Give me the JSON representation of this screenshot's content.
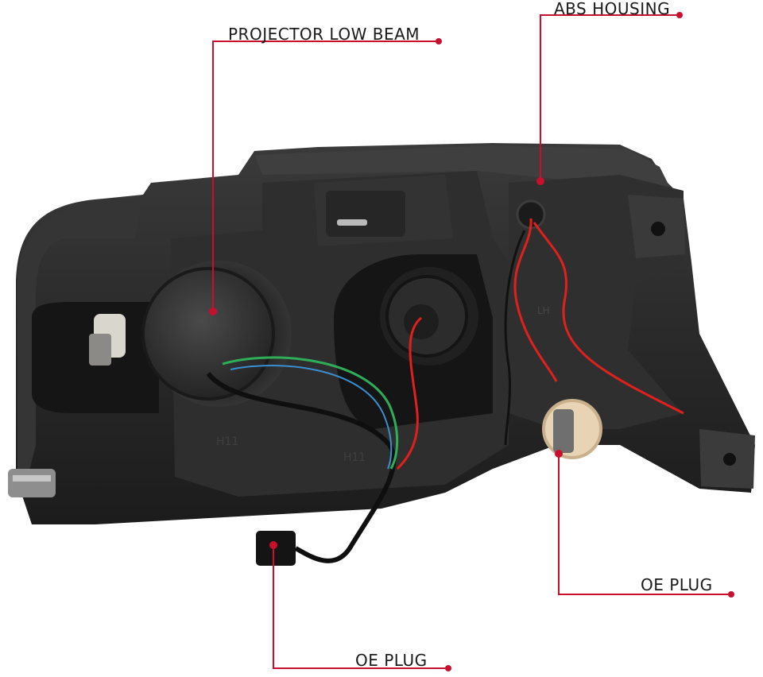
{
  "callouts": {
    "projector_low_beam": "PROJECTOR LOW BEAM",
    "abs_housing": "ABS HOUSING",
    "oe_plug_right": "OE PLUG",
    "oe_plug_bottom": "OE PLUG"
  },
  "housing_marks": {
    "bulb_left": "H11",
    "bulb_right": "H11",
    "side_mark": "LH"
  },
  "colors": {
    "callout_line": "#c8102e",
    "callout_dot": "#c8102e",
    "housing": "#2b2b2b",
    "wire_red": "#e0201c",
    "wire_green": "#2fae5a",
    "wire_blue": "#3a8fd0"
  }
}
